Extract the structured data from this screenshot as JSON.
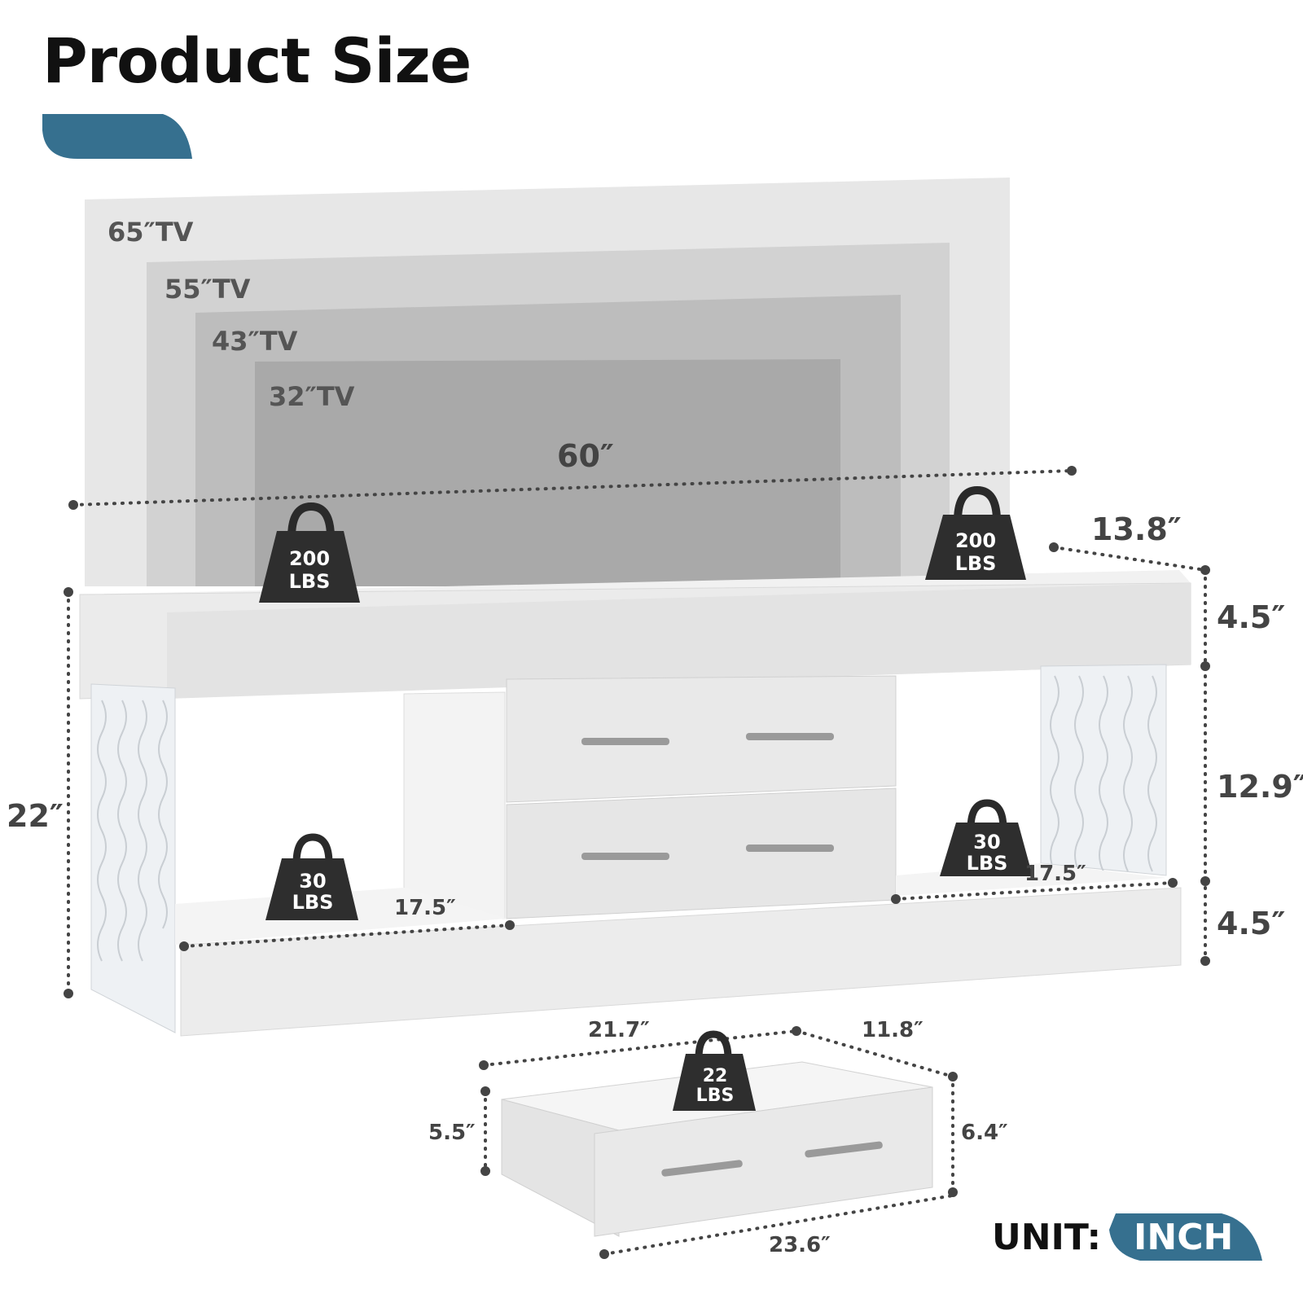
{
  "title": "Product Size",
  "accent_color": "#36708f",
  "tv_sizes": [
    "65″TV",
    "55″TV",
    "43″TV",
    "32″TV"
  ],
  "dimensions": {
    "width": "60″",
    "depth": "13.8″",
    "height_total": "22″",
    "top_height": "4.5″",
    "middle_height": "12.9″",
    "bottom_height": "4.5″",
    "shelf_left_depth": "17.5″",
    "shelf_right_depth": "17.5″"
  },
  "weights": {
    "top_left": [
      "200",
      "LBS"
    ],
    "top_right": [
      "200",
      "LBS"
    ],
    "shelf_left": [
      "30",
      "LBS"
    ],
    "shelf_right": [
      "30",
      "LBS"
    ],
    "drawer": [
      "22",
      "LBS"
    ]
  },
  "drawer": {
    "inner_width": "21.7″",
    "inner_depth": "11.8″",
    "inner_height": "5.5″",
    "outer_height": "6.4″",
    "outer_width": "23.6″"
  },
  "unit": {
    "label": "UNIT:",
    "value": "INCH"
  }
}
